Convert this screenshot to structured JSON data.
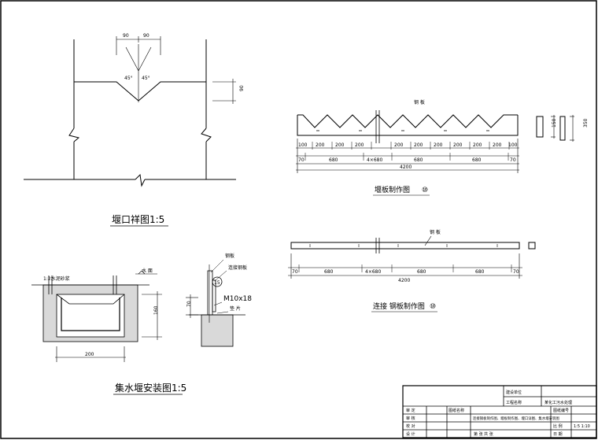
{
  "drawing": {
    "weir_detail": {
      "title": "堰口祥图1:5",
      "dim_left": "90",
      "dim_right": "90",
      "angle_left": "45°",
      "angle_right": "45°",
      "dim_height": "90"
    },
    "steel_plate": {
      "title": "堰板制作图",
      "mark": "⑩",
      "plate_label": "钢 板",
      "top_dims": [
        "100",
        "200",
        "200",
        "200",
        "200",
        "200",
        "200",
        "200",
        "200",
        "200",
        "100"
      ],
      "bottom_dims": [
        "70",
        "680",
        "4×680",
        "680",
        "680",
        "70"
      ],
      "total": "4200",
      "side_dims": [
        "150",
        "350"
      ]
    },
    "connecting_plate": {
      "title": "连接  钢板制作图",
      "mark": "⑩",
      "plate_label": "钢 板",
      "bottom_dims": [
        "70",
        "680",
        "4×680",
        "680",
        "680",
        "70"
      ],
      "total": "4200"
    },
    "trough": {
      "title": "集水堰安装图1:5",
      "mortar": "1:2水泥砂浆",
      "water_label": "水 面",
      "width": "200",
      "height": "160"
    },
    "bolt_detail": {
      "plate": "钢板",
      "connect_plate": "连接钢板",
      "mark": "15",
      "bolt": "M10x18",
      "washer": "垫 片",
      "dim": "70"
    },
    "title_block": {
      "unit_label": "建设单位",
      "project_label": "工程名称",
      "project_value": "某化工污水处理",
      "drawing_no_label": "图纸编号",
      "rows": [
        "审 定",
        "审 核",
        "校 对",
        "设 计"
      ],
      "designer_label": "图纸名称",
      "content": "连接钢板制作图、堰板制作图、堰口详图、集水堰安装图",
      "scale_label": "比 例",
      "scale_value": "1:5 1:10",
      "date_label": "日 期",
      "sheet_label": "第 张 共 张"
    }
  }
}
